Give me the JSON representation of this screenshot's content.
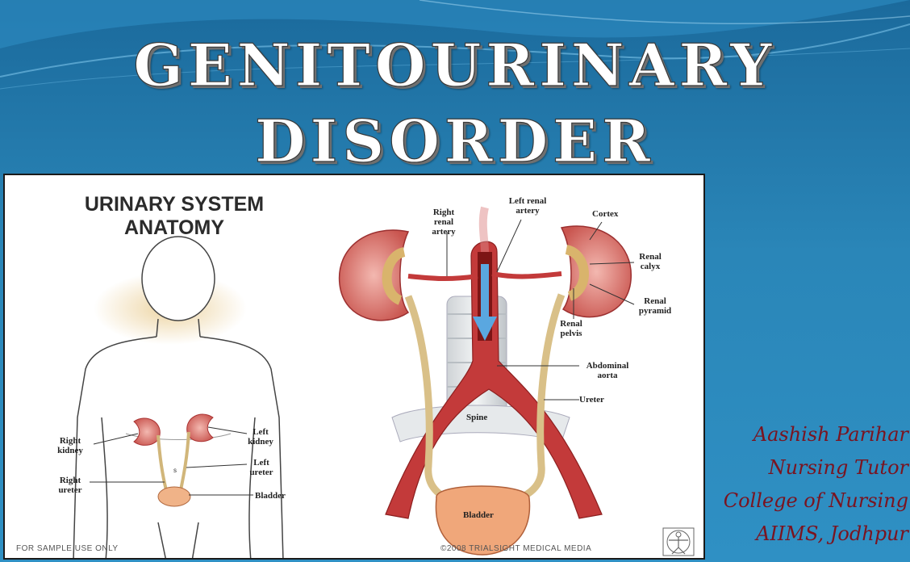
{
  "slide": {
    "title_line1": "GENITOURINARY",
    "title_line2": "DISORDER"
  },
  "diagram": {
    "heading_line1": "URINARY SYSTEM",
    "heading_line2": "ANATOMY",
    "left_labels": {
      "right_kidney": "Right kidney",
      "left_kidney": "Left kidney",
      "left_ureter": "Left ureter",
      "right_ureter": "Right ureter",
      "bladder": "Bladder"
    },
    "right_labels": {
      "right_renal_artery": "Right renal artery",
      "left_renal_artery": "Left renal artery",
      "cortex": "Cortex",
      "renal_calyx": "Renal calyx",
      "renal_pyramid": "Renal pyramid",
      "renal_pelvis": "Renal pelvis",
      "abdominal_aorta": "Abdominal aorta",
      "ureter": "Ureter",
      "spine": "Spine",
      "bladder": "Bladder"
    },
    "footer_left": "FOR SAMPLE USE ONLY",
    "footer_right": "©2008 TRIALSIGHT MEDICAL MEDIA"
  },
  "author": {
    "name": "Aashish Parihar",
    "role": "Nursing Tutor",
    "institution": "College of Nursing",
    "location": "AIIMS, Jodhpur"
  }
}
